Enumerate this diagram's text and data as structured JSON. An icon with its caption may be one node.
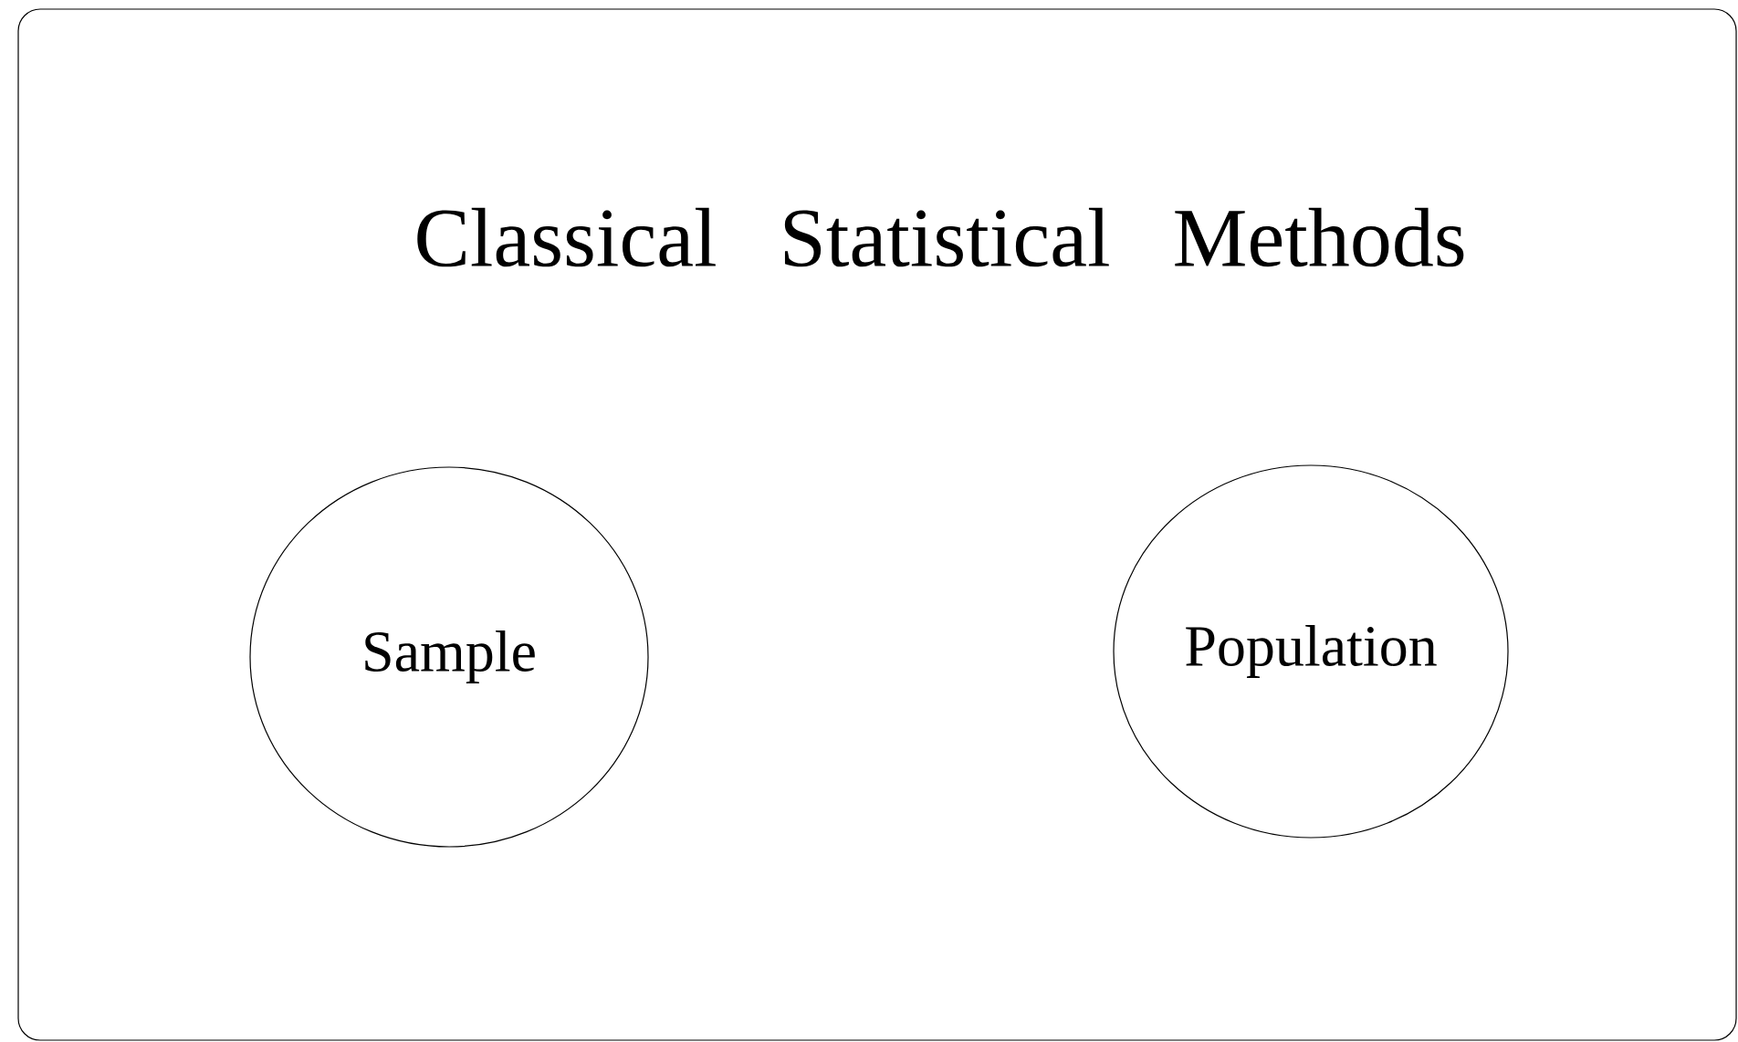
{
  "diagram": {
    "title": "Classical Statistical Methods",
    "nodes": [
      {
        "text": [
          "Sample"
        ]
      },
      {
        "text": [
          "Population"
        ]
      }
    ]
  }
}
